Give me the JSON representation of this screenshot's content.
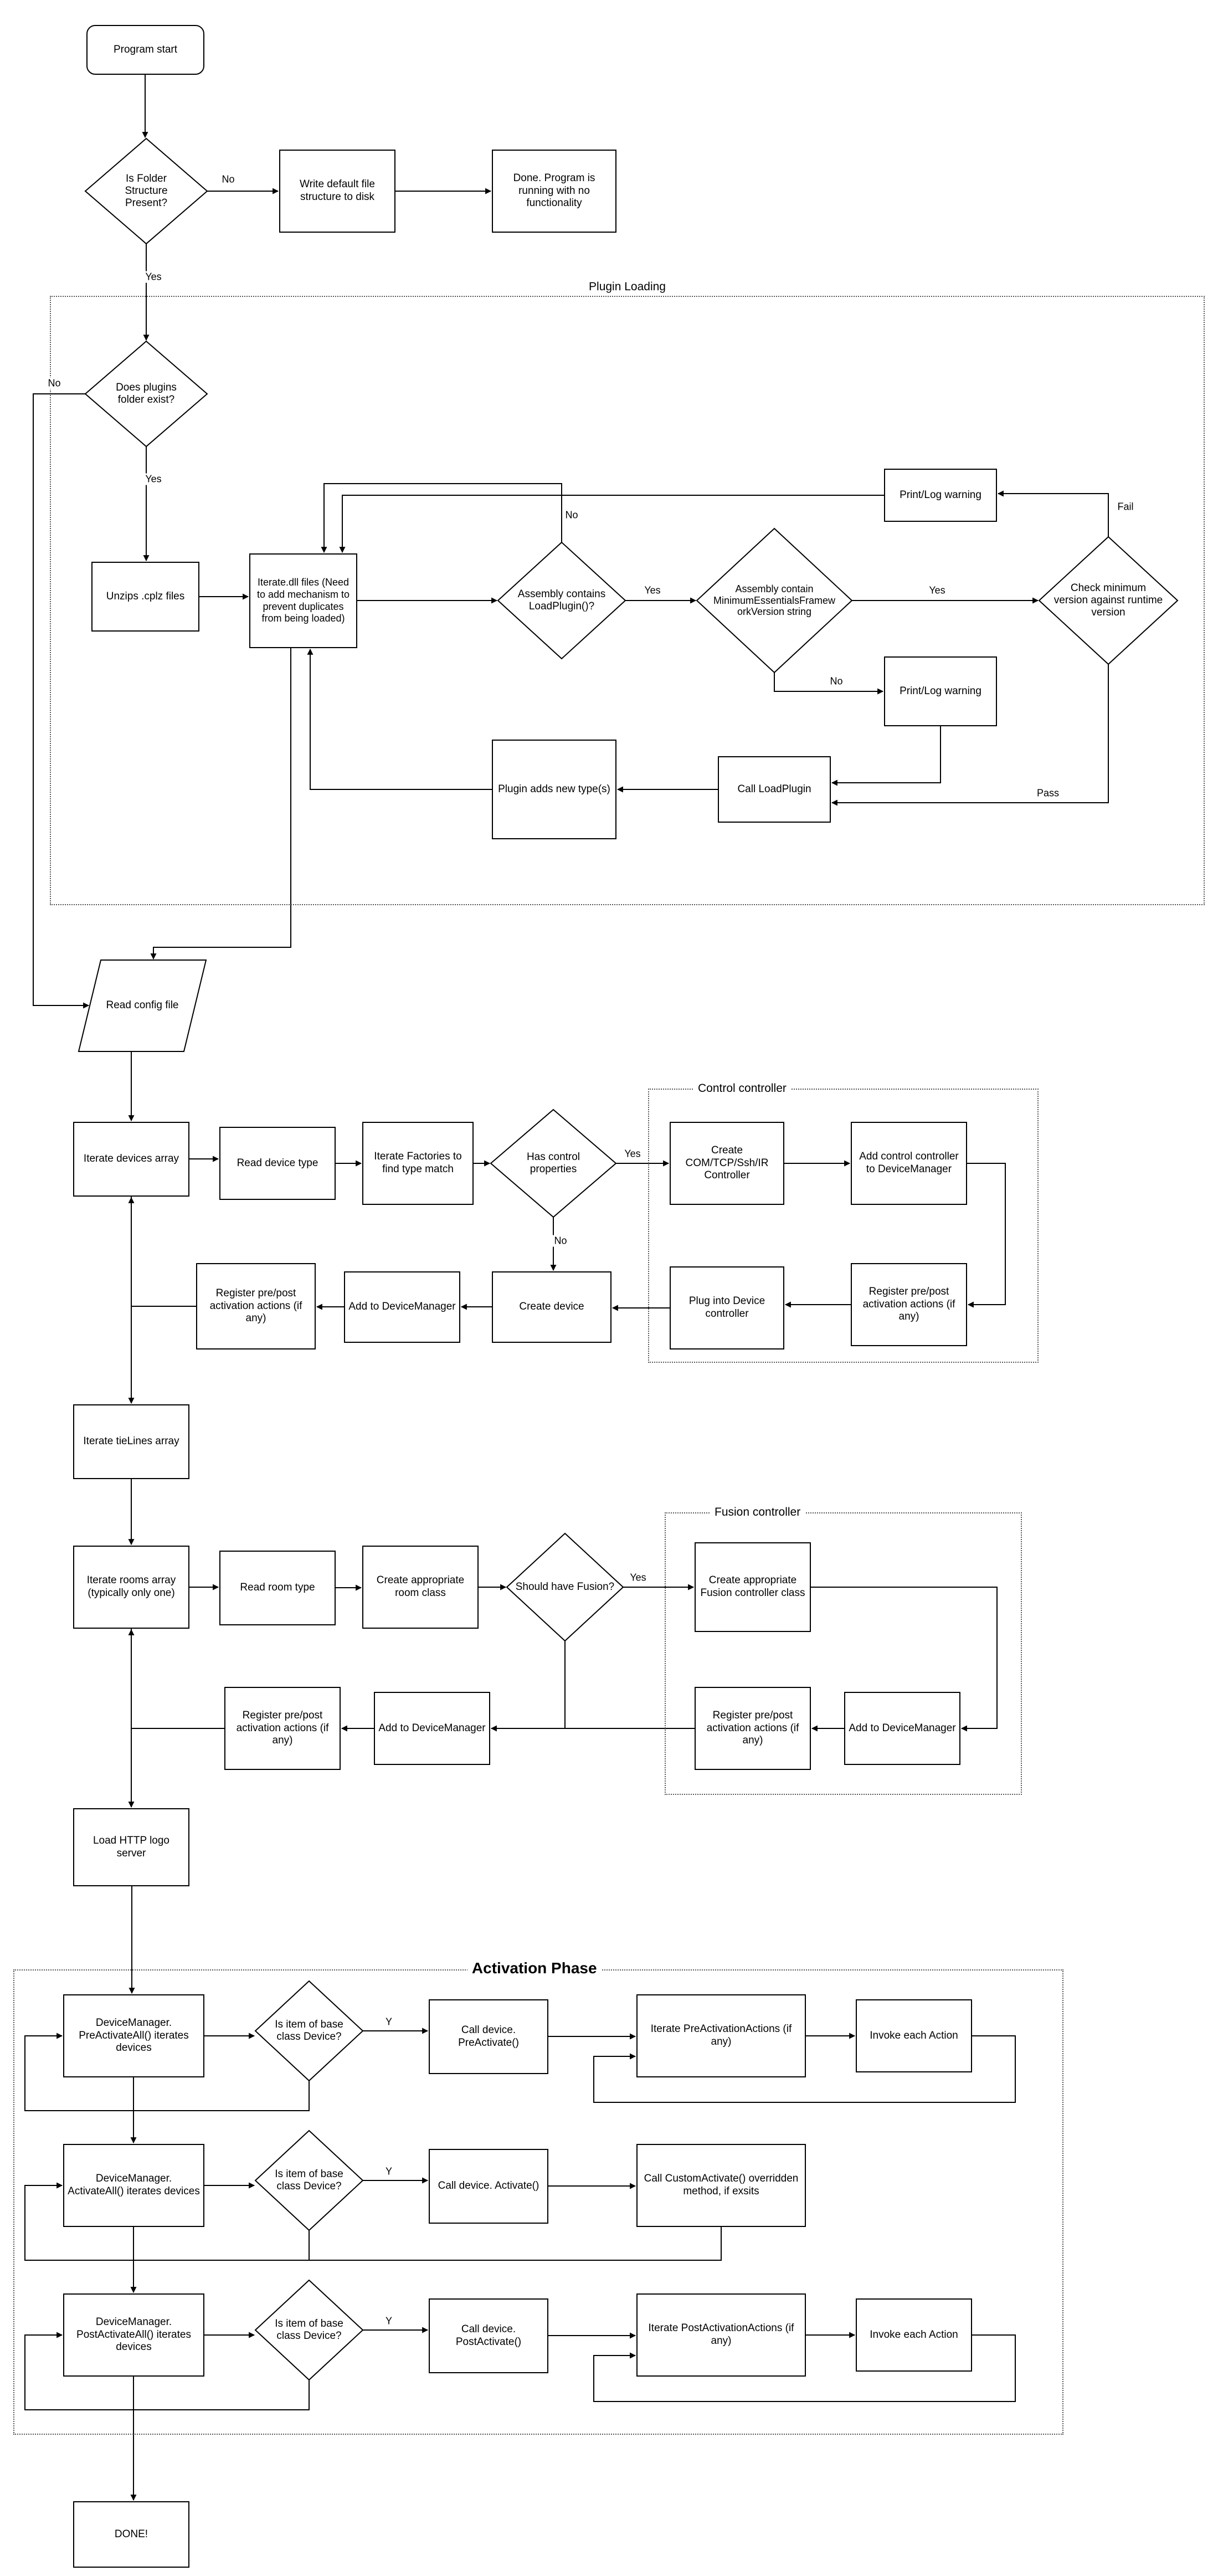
{
  "diagram": {
    "groups": {
      "plugin_loading": "Plugin Loading",
      "control_controller": "Control controller",
      "fusion_controller": "Fusion controller",
      "activation_phase": "Activation Phase"
    },
    "nodes": {
      "start": "Program start",
      "folder_check": "Is Folder Structure Present?",
      "write_default": "Write default file structure to disk",
      "done_no_func": "Done.  Program is running with no functionality",
      "plugins_exist": "Does plugins folder exist?",
      "unzip_cplz": "Unzips .cplz files",
      "iterate_dll": "Iterate.dll files (Need to add mechanism to prevent duplicates from being loaded)",
      "asm_loadplugin": "Assembly contains LoadPlugin()?",
      "asm_minver": "Assembly contain MinimumEssentialsFrameworkVersion string",
      "check_minver": "Check minimum version against runtime version",
      "printlog_warning_1": "Print/Log warning",
      "printlog_warning_2": "Print/Log warning",
      "call_loadplugin": "Call LoadPlugin",
      "plugin_adds_types": "Plugin adds new type(s)",
      "read_config": "Read config file",
      "iterate_devices": "Iterate devices array",
      "read_device_type": "Read device type",
      "iterate_factories": "Iterate Factories to find type match",
      "has_control_props": "Has control properties",
      "create_controller": "Create COM/TCP/Ssh/IR Controller",
      "add_control_controller": "Add control controller to DeviceManager",
      "register_prepost_ctrl": "Register pre/post activation actions (if any)",
      "plug_into_device": "Plug into Device controller",
      "create_device": "Create device",
      "add_to_dm_device": "Add to DeviceManager",
      "register_prepost_device": "Register pre/post activation actions (if any)",
      "iterate_tielines": "Iterate tieLines array",
      "iterate_rooms": "Iterate rooms array (typically only one)",
      "read_room_type": "Read room type",
      "create_room_class": "Create appropriate room class",
      "should_have_fusion": "Should have Fusion?",
      "create_fusion": "Create appropriate Fusion controller class",
      "register_prepost_fusion": "Register pre/post activation actions (if any)",
      "add_to_dm_fusion": "Add to DeviceManager",
      "add_to_dm_room": "Add to DeviceManager",
      "register_prepost_room": "Register pre/post activation actions (if any)",
      "load_http_logo": "Load HTTP logo server",
      "dm_preactivate": "DeviceManager. PreActivateAll() iterates devices",
      "is_item_1": "Is item of base class Device?",
      "call_preactivate": "Call device. PreActivate()",
      "iterate_preactions": "Iterate PreActivationActions (if any)",
      "invoke_each_1": "Invoke each Action",
      "dm_activate": "DeviceManager. ActivateAll() iterates devices",
      "is_item_2": "Is item of base class Device?",
      "call_activate": "Call device. Activate()",
      "call_custom_activate": "Call CustomActivate() overridden method, if exsits",
      "dm_postactivate": "DeviceManager. PostActivateAll() iterates devices",
      "is_item_3": "Is item of base class Device?",
      "call_postactivate": "Call device. PostActivate()",
      "iterate_postactions": "Iterate PostActivationActions (if any)",
      "invoke_each_2": "Invoke each Action",
      "done": "DONE!"
    },
    "edge_labels": {
      "folder_no": "No",
      "folder_yes": "Yes",
      "plugins_no": "No",
      "plugins_yes": "Yes",
      "loadplugin_no": "No",
      "loadplugin_yes": "Yes",
      "minver_yes": "Yes",
      "minver_no": "No",
      "check_fail": "Fail",
      "check_pass": "Pass",
      "control_yes": "Yes",
      "control_no": "No",
      "fusion_yes": "Yes",
      "item_y_1": "Y",
      "item_y_2": "Y",
      "item_y_3": "Y"
    }
  }
}
